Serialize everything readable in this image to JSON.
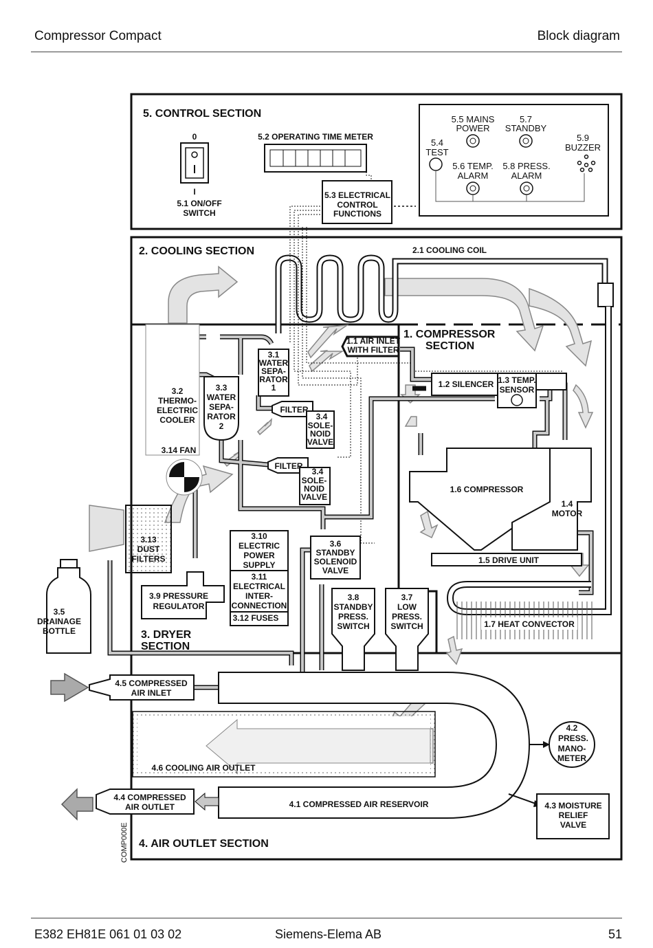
{
  "header": {
    "left": "Compressor Compact",
    "right": "Block diagram"
  },
  "footer": {
    "left": "E382 EH81E 061 01 03 02",
    "center": "Siemens-Elema AB",
    "right": "51"
  },
  "sections": {
    "control": "5. CONTROL SECTION",
    "cooling": "2. COOLING SECTION",
    "compressor": [
      "1. COMPRESSOR",
      "SECTION"
    ],
    "dryer": [
      "3. DRYER",
      "SECTION"
    ],
    "outlet": "4. AIR OUTLET SECTION"
  },
  "control": {
    "switch_on": "0",
    "switch_i": "I",
    "switch_label": [
      "5.1 ON/OFF",
      "SWITCH"
    ],
    "meter_label": "5.2 OPERATING TIME METER",
    "electrical": [
      "5.3 ELECTRICAL",
      "CONTROL",
      "FUNCTIONS"
    ],
    "test": [
      "5.4",
      "TEST"
    ],
    "mains": [
      "5.5 MAINS",
      "POWER"
    ],
    "standby": [
      "5.7",
      "STANDBY"
    ],
    "buzzer": [
      "5.9",
      "BUZZER"
    ],
    "temp_alarm": [
      "5.6 TEMP.",
      "ALARM"
    ],
    "press_alarm": [
      "5.8 PRESS.",
      "ALARM"
    ]
  },
  "cooling": {
    "coil": "2.1 COOLING COIL"
  },
  "compressor": {
    "air_inlet": [
      "1.1 AIR INLET",
      "WITH FILTER"
    ],
    "silencer": "1.2 SILENCER",
    "temp_sensor": [
      "1.3 TEMP.",
      "SENSOR"
    ],
    "compressor": "1.6 COMPRESSOR",
    "motor": [
      "1.4",
      "MOTOR"
    ],
    "drive_unit": "1.5 DRIVE UNIT",
    "heat_convector": "1.7 HEAT CONVECTOR"
  },
  "dryer": {
    "water_sep1": [
      "3.1",
      "WATER",
      "SEPA-",
      "RATOR",
      "1"
    ],
    "thermo_cooler": [
      "3.2",
      "THERMO-",
      "ELECTRIC",
      "COOLER"
    ],
    "water_sep2": [
      "3.3",
      "WATER",
      "SEPA-",
      "RATOR",
      "2"
    ],
    "filter_a": "FILTER",
    "filter_b": "FILTER",
    "solenoid_a": [
      "3.4",
      "SOLE-",
      "NOID",
      "VALVE"
    ],
    "solenoid_b": [
      "3.4",
      "SOLE-",
      "NOID",
      "VALVE"
    ],
    "fan": "3.14 FAN",
    "dust_filters": [
      "3.13",
      "DUST",
      "FILTERS"
    ],
    "drainage": [
      "3.5",
      "DRAINAGE",
      "BOTTLE"
    ],
    "pressure_reg": [
      "3.9 PRESSURE",
      "REGULATOR"
    ],
    "power_supply": [
      "3.10",
      "ELECTRIC",
      "POWER",
      "SUPPLY"
    ],
    "interconnection": [
      "3.11",
      "ELECTRICAL",
      "INTER-",
      "CONNECTION"
    ],
    "fuses": "3.12 FUSES",
    "standby_valve": [
      "3.6",
      "STANDBY",
      "SOLENOID",
      "VALVE"
    ],
    "standby_switch": [
      "3.8",
      "STANDBY",
      "PRESS.",
      "SWITCH"
    ],
    "low_switch": [
      "3.7",
      "LOW",
      "PRESS.",
      "SWITCH"
    ]
  },
  "outlet": {
    "compressed_inlet": [
      "4.5 COMPRESSED",
      "AIR INLET"
    ],
    "cooling_outlet": "4.6 COOLING AIR OUTLET",
    "compressed_outlet": [
      "4.4 COMPRESSED",
      "AIR OUTLET"
    ],
    "reservoir": "4.1 COMPRESSED AIR RESERVOIR",
    "manometer": [
      "4.2",
      "PRESS.",
      "MANO-",
      "METER"
    ],
    "moisture_valve": [
      "4.3 MOISTURE",
      "RELIEF",
      "VALVE"
    ],
    "drawing_code": "COMP000E"
  }
}
